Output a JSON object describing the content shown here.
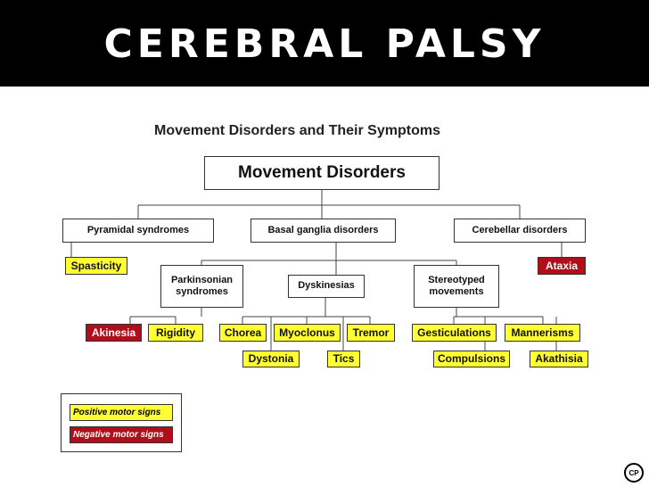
{
  "slide": {
    "title": "CEREBRAL PALSY"
  },
  "diagram": {
    "subtitle": "Movement Disorders and Their Symptoms",
    "root": "Movement Disorders",
    "categories": {
      "pyramidal": "Pyramidal syndromes",
      "basal": "Basal ganglia disorders",
      "cerebellar": "Cerebellar disorders"
    },
    "subcategories": {
      "parkinsonian_1": "Parkinsonian",
      "parkinsonian_2": "syndromes",
      "dyskinesias": "Dyskinesias",
      "stereotyped_1": "Stereotyped",
      "stereotyped_2": "movements"
    },
    "symptoms": {
      "spasticity": "Spasticity",
      "ataxia": "Ataxia",
      "akinesia": "Akinesia",
      "rigidity": "Rigidity",
      "chorea": "Chorea",
      "myoclonus": "Myoclonus",
      "tremor": "Tremor",
      "dystonia": "Dystonia",
      "tics": "Tics",
      "gesticulations": "Gesticulations",
      "mannerisms": "Mannerisms",
      "compulsions": "Compulsions",
      "akathisia": "Akathisia"
    }
  },
  "legend": {
    "positive": "Positive motor signs",
    "negative": "Negative motor signs"
  },
  "logo": {
    "text": "CP"
  },
  "colors": {
    "positive": "#ffff33",
    "negative": "#b20d1a",
    "header_bg": "#000000"
  }
}
